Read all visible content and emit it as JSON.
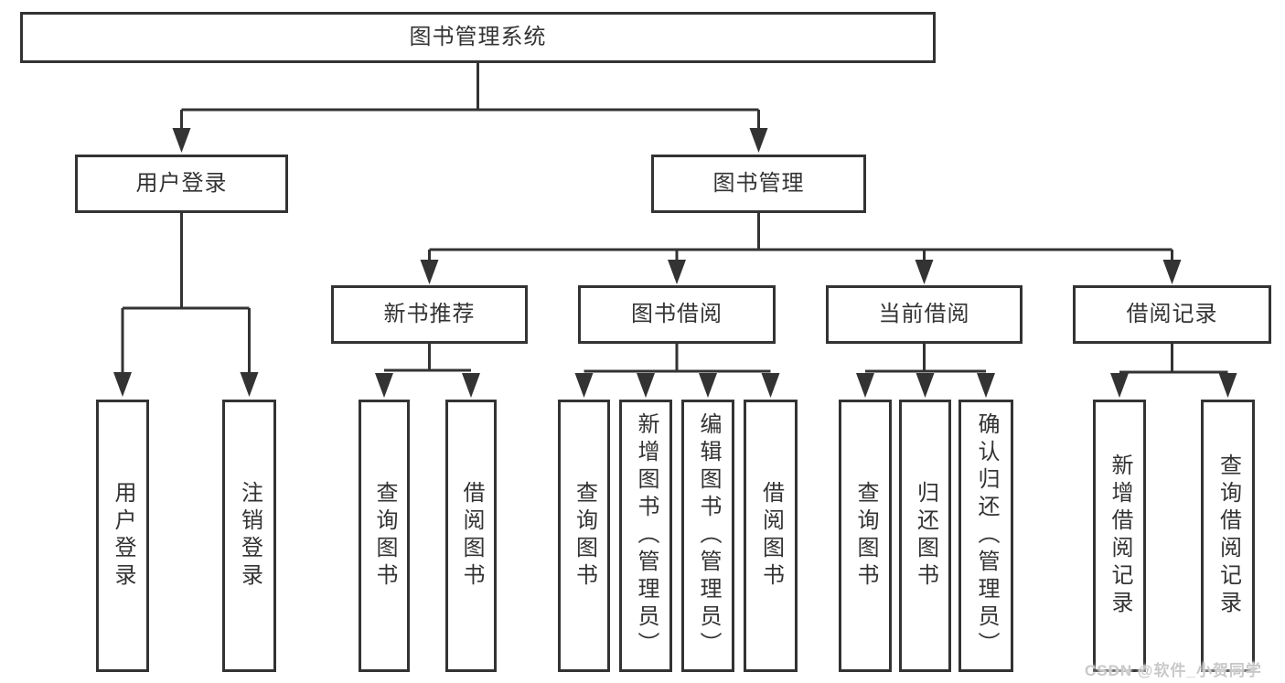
{
  "diagram": {
    "root": {
      "label": "图书管理系统"
    },
    "level2": [
      {
        "label": "用户登录"
      },
      {
        "label": "图书管理"
      }
    ],
    "level3": [
      {
        "label": "新书推荐"
      },
      {
        "label": "图书借阅"
      },
      {
        "label": "当前借阅"
      },
      {
        "label": "借阅记录"
      }
    ],
    "login_children": [
      {
        "label": "用户登录"
      },
      {
        "label": "注销登录"
      }
    ],
    "newbook_children": [
      {
        "label": "查询图书"
      },
      {
        "label": "借阅图书"
      }
    ],
    "borrow_children": [
      {
        "label": "查询图书"
      },
      {
        "label": "新增图书（管理员）"
      },
      {
        "label": "编辑图书（管理员）"
      },
      {
        "label": "借阅图书"
      }
    ],
    "current_children": [
      {
        "label": "查询图书"
      },
      {
        "label": "归还图书"
      },
      {
        "label": "确认归还（管理员）"
      }
    ],
    "records_children": [
      {
        "label": "新增借阅记录"
      },
      {
        "label": "查询借阅记录"
      }
    ]
  },
  "watermark": {
    "text": "CSDN @软件_小贺同学"
  },
  "colors": {
    "line": "#333333",
    "text": "#333333",
    "box_background": "#ffffff",
    "page_background": "#ffffff",
    "watermark": "#c9c9c9"
  }
}
